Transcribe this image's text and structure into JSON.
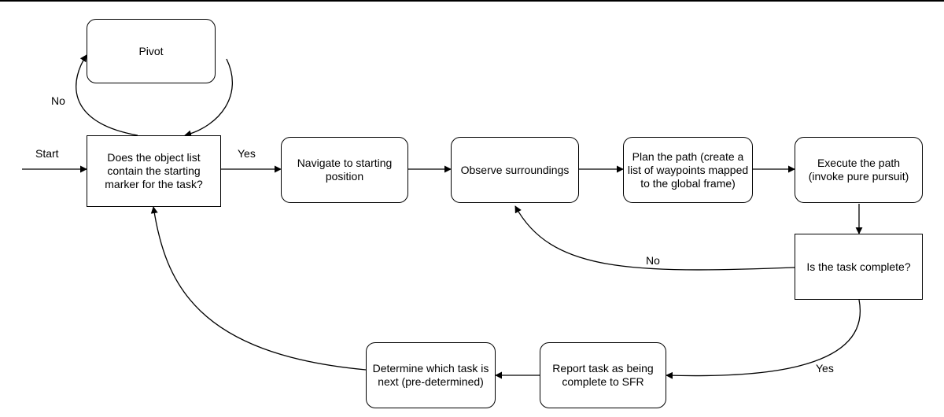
{
  "nodes": {
    "pivot": "Pivot",
    "check_marker": "Does the object list contain the starting marker for the task?",
    "navigate": "Navigate to starting position",
    "observe": "Observe surroundings",
    "plan": "Plan the path (create a list of waypoints mapped to the global frame)",
    "execute": "Execute the path (invoke pure pursuit)",
    "task_complete": "Is the task complete?",
    "report": "Report task as being complete to SFR",
    "determine_next": "Determine which task is next (pre-determined)"
  },
  "labels": {
    "start": "Start",
    "no_pivot": "No",
    "yes_navigate": "Yes",
    "no_observe": "No",
    "yes_report": "Yes"
  }
}
